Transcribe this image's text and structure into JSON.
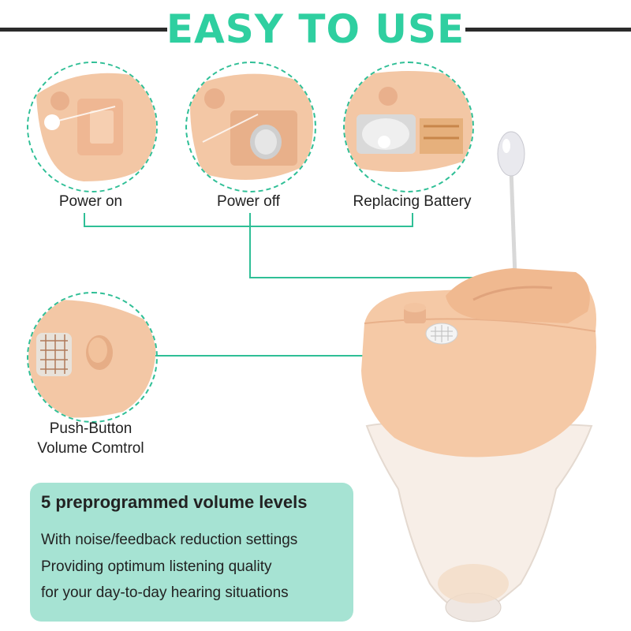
{
  "header": {
    "title": "EASY TO USE"
  },
  "features": {
    "power_on": "Power on",
    "power_off": "Power off",
    "replacing_battery": "Replacing Battery",
    "volume_line1": "Push-Button",
    "volume_line2": "Volume Comtrol"
  },
  "info_panel": {
    "headline": "5 preprogrammed volume levels",
    "lines": [
      "With noise/feedback reduction settings",
      "Providing optimum listening quality",
      "for your day-to-day hearing situations"
    ]
  },
  "colors": {
    "accent": "#2fcfa0",
    "panel": "#a6e3d3",
    "skin": "#f4c9a8",
    "line": "#2fbf96"
  }
}
